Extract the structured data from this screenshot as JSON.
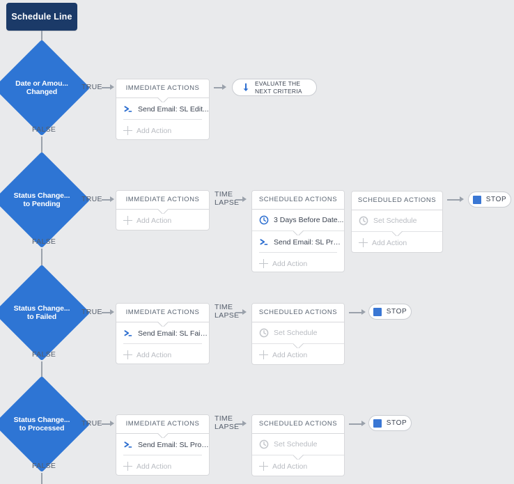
{
  "colors": {
    "canvas_bg": "#e9eaec",
    "start_node_bg": "#1b3a68",
    "diamond_blue": "#2e75d4",
    "accent_blue": "#3a77d4",
    "connector_gray": "#9aa1ab",
    "card_border": "#d7d8db",
    "muted_text": "#b9bcc2"
  },
  "start": {
    "label": "Schedule Line"
  },
  "labels": {
    "true": "TRUE",
    "false": "FALSE",
    "time_lapse_line1": "TIME",
    "time_lapse_line2": "LAPSE",
    "immediate_actions": "IMMEDIATE ACTIONS",
    "scheduled_actions": "SCHEDULED ACTIONS",
    "add_action": "Add Action",
    "set_schedule": "Set Schedule",
    "stop": "STOP",
    "evaluate_line1": "EVALUATE THE",
    "evaluate_line2": "NEXT CRITERIA"
  },
  "rows": [
    {
      "criteria": {
        "line1": "Date or Amou...",
        "line2": "Changed"
      },
      "immediate": {
        "header": "IMMEDIATE ACTIONS",
        "items": [
          {
            "icon": "apex-code-icon",
            "label": "Send Email: SL Edit...",
            "muted": false
          }
        ],
        "add_action": "Add Action"
      },
      "scheduled": [],
      "terminator": {
        "type": "evaluate-next-criteria",
        "line1": "EVALUATE THE",
        "line2": "NEXT CRITERIA"
      }
    },
    {
      "criteria": {
        "line1": "Status Change...",
        "line2": "to Pending"
      },
      "immediate": {
        "header": "IMMEDIATE ACTIONS",
        "items": [],
        "add_action": "Add Action"
      },
      "scheduled": [
        {
          "header": "SCHEDULED ACTIONS",
          "schedule": {
            "icon": "clock-icon",
            "label": "3 Days Before Date...",
            "muted": false
          },
          "items": [
            {
              "icon": "apex-code-icon",
              "label": "Send Email: SL Proc...",
              "muted": false
            }
          ],
          "add_action": "Add Action"
        },
        {
          "header": "SCHEDULED ACTIONS",
          "schedule": {
            "icon": "clock-icon",
            "label": "Set Schedule",
            "muted": true
          },
          "items": [],
          "add_action": "Add Action"
        }
      ],
      "terminator": {
        "type": "stop",
        "label": "STOP"
      }
    },
    {
      "criteria": {
        "line1": "Status Change...",
        "line2": "to Failed"
      },
      "immediate": {
        "header": "IMMEDIATE ACTIONS",
        "items": [
          {
            "icon": "apex-code-icon",
            "label": "Send Email: SL Failed",
            "muted": false
          }
        ],
        "add_action": "Add Action"
      },
      "scheduled": [
        {
          "header": "SCHEDULED ACTIONS",
          "schedule": {
            "icon": "clock-icon",
            "label": "Set Schedule",
            "muted": true
          },
          "items": [],
          "add_action": "Add Action"
        }
      ],
      "terminator": {
        "type": "stop",
        "label": "STOP"
      }
    },
    {
      "criteria": {
        "line1": "Status Change...",
        "line2": "to Processed"
      },
      "immediate": {
        "header": "IMMEDIATE ACTIONS",
        "items": [
          {
            "icon": "apex-code-icon",
            "label": "Send Email: SL Proc...",
            "muted": false
          }
        ],
        "add_action": "Add Action"
      },
      "scheduled": [
        {
          "header": "SCHEDULED ACTIONS",
          "schedule": {
            "icon": "clock-icon",
            "label": "Set Schedule",
            "muted": true
          },
          "items": [],
          "add_action": "Add Action"
        }
      ],
      "terminator": {
        "type": "stop",
        "label": "STOP"
      }
    }
  ]
}
